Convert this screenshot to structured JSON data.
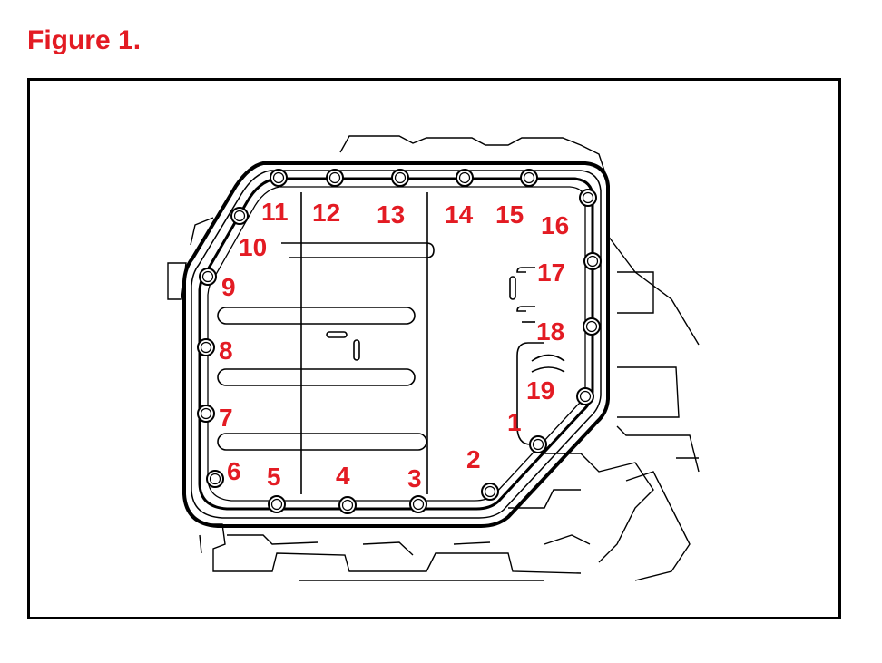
{
  "title": "Figure 1.",
  "label_color": "#e31b23",
  "bolt_labels": [
    {
      "id": "bolt-1",
      "text": "1"
    },
    {
      "id": "bolt-2",
      "text": "2"
    },
    {
      "id": "bolt-3",
      "text": "3"
    },
    {
      "id": "bolt-4",
      "text": "4"
    },
    {
      "id": "bolt-5",
      "text": "5"
    },
    {
      "id": "bolt-6",
      "text": "6"
    },
    {
      "id": "bolt-7",
      "text": "7"
    },
    {
      "id": "bolt-8",
      "text": "8"
    },
    {
      "id": "bolt-9",
      "text": "9"
    },
    {
      "id": "bolt-10",
      "text": "10"
    },
    {
      "id": "bolt-11",
      "text": "11"
    },
    {
      "id": "bolt-12",
      "text": "12"
    },
    {
      "id": "bolt-13",
      "text": "13"
    },
    {
      "id": "bolt-14",
      "text": "14"
    },
    {
      "id": "bolt-15",
      "text": "15"
    },
    {
      "id": "bolt-16",
      "text": "16"
    },
    {
      "id": "bolt-17",
      "text": "17"
    },
    {
      "id": "bolt-18",
      "text": "18"
    },
    {
      "id": "bolt-19",
      "text": "19"
    }
  ]
}
